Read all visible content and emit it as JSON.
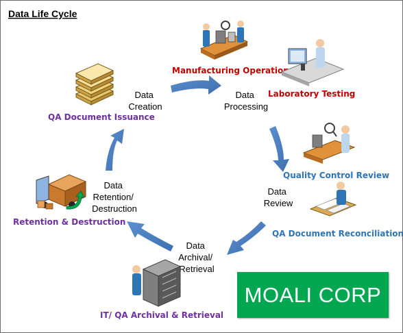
{
  "title": "Data Life Cycle",
  "stages": {
    "creation": [
      "Data",
      "Creation"
    ],
    "processing": [
      "Data",
      "Processing"
    ],
    "review": [
      "Data",
      "Review"
    ],
    "archival": [
      "Data",
      "Archival/",
      "Retrieval"
    ],
    "retention": [
      "Data",
      "Retention/",
      "Destruction"
    ]
  },
  "activities": {
    "qa_document_issuance": "QA Document Issuance",
    "manufacturing_operations": "Manufacturing Operations",
    "laboratory_testing": "Laboratory Testing",
    "quality_control_review": "Quality Control Review",
    "qa_document_reconciliation": "QA Document Reconciliation",
    "it_qa_archival_retrieval": "IT/ QA Archival & Retrieval",
    "retention_destruction": "Retention & Destruction"
  },
  "brand": "MOALI CORP",
  "colors": {
    "arrow": "#4f81bd",
    "purple_label": "#7030a0",
    "red_label": "#c00000",
    "blue_label": "#2e75b6",
    "brand_bg": "#00a650"
  },
  "icons": [
    "documents-stack-icon",
    "factory-workers-icon",
    "lab-technician-icon",
    "qc-inspector-icon",
    "document-reconciliation-icon",
    "server-archive-icon",
    "delivery-truck-icon"
  ]
}
